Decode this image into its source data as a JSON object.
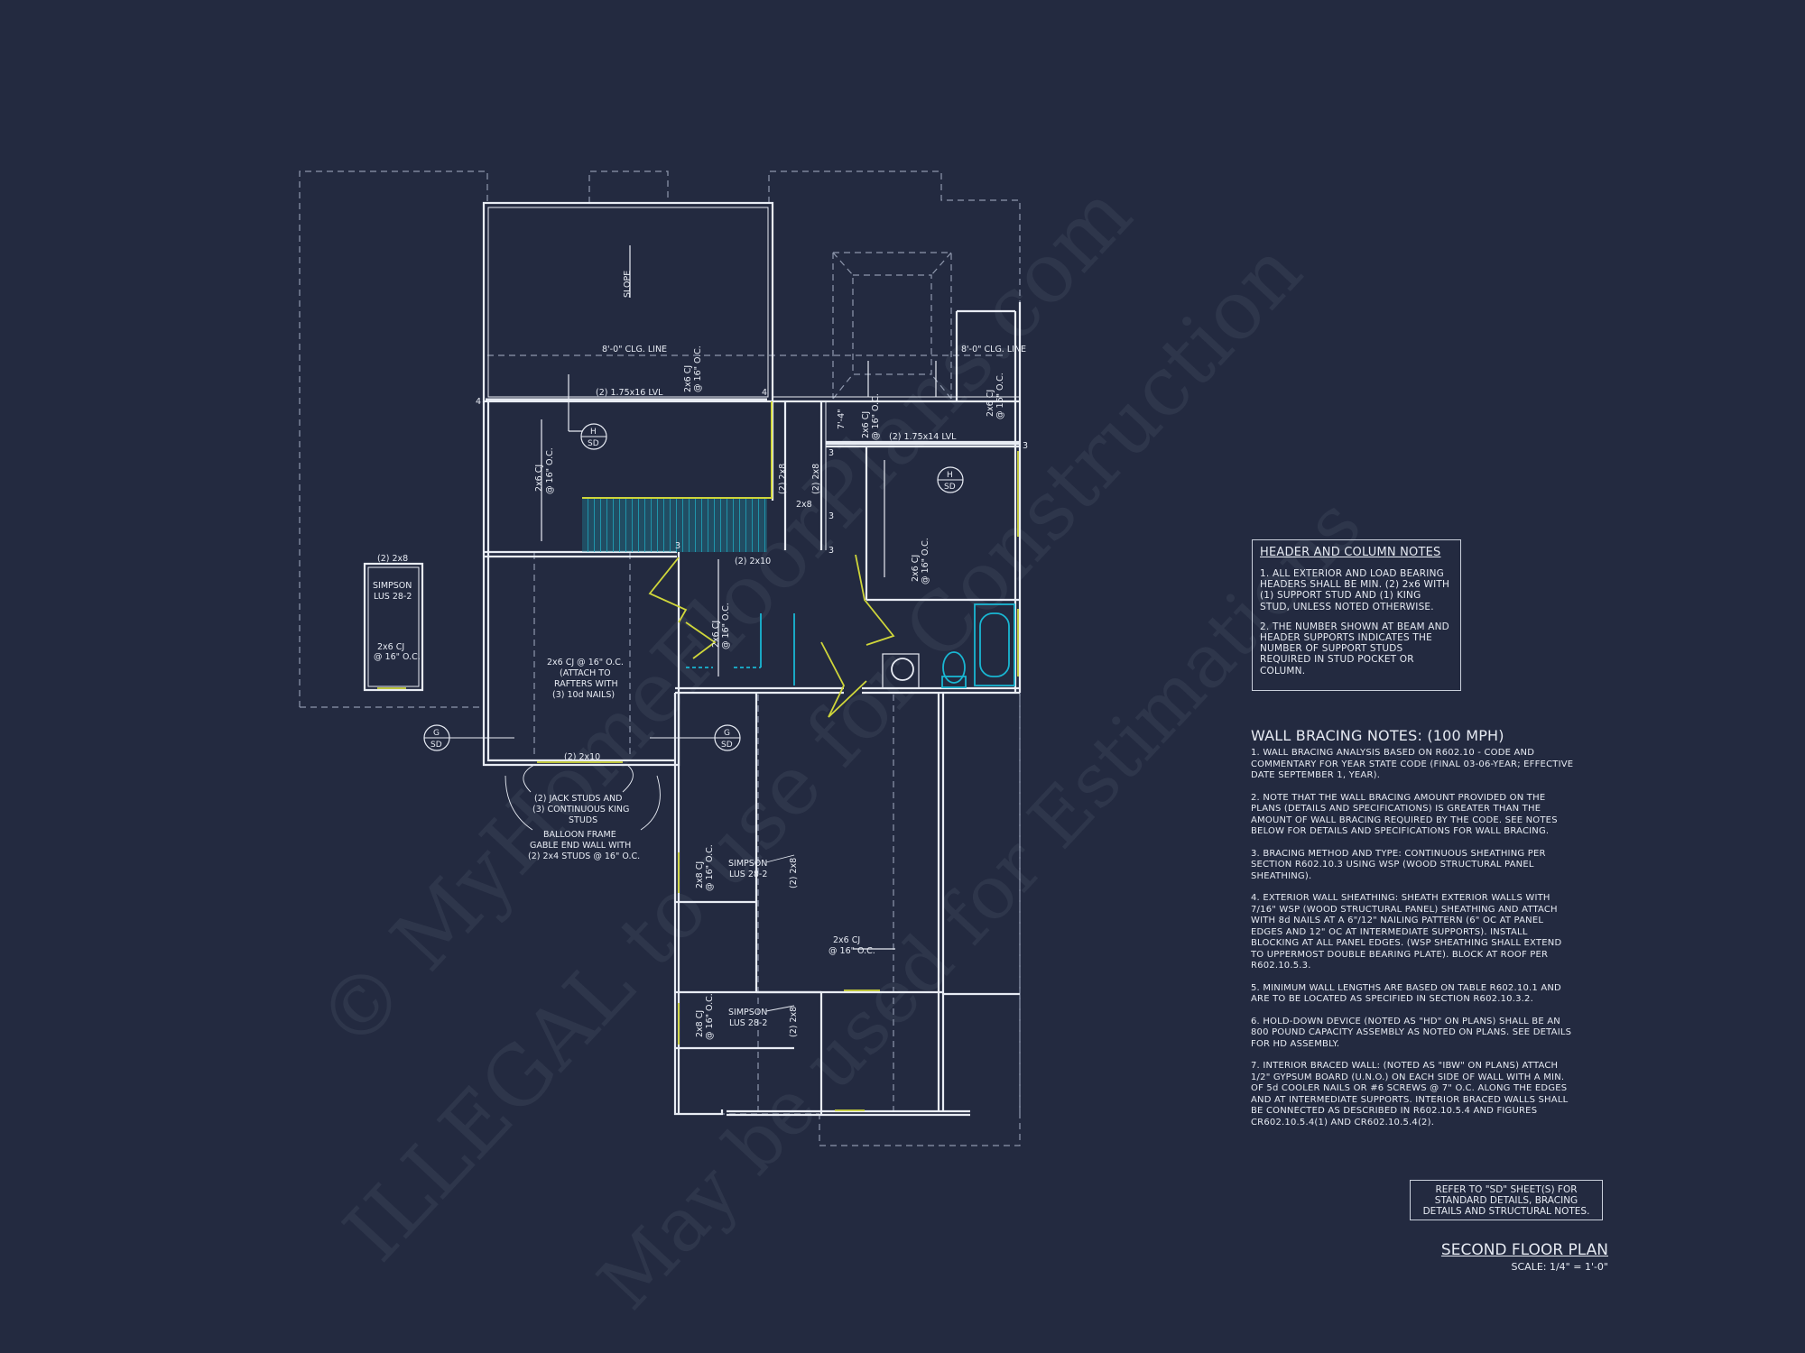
{
  "colors": {
    "background": "#232a40",
    "linework": "#e8ecf4",
    "dashed": "#8f98ad",
    "door_accent": "#cfd63a",
    "stair_fill": "#1d8fa3",
    "fixture": "#19b6d2"
  },
  "watermark": {
    "line1": "© MyHomeFloorPlans.com",
    "line2": "ILLEGAL to use for Construction",
    "line3": "May be used for Estimations"
  },
  "plan_labels": {
    "slope": "SLOPE",
    "clg_line_left": "8'-0\" CLG. LINE",
    "clg_line_right": "8'-0\" CLG. LINE",
    "lvl_left": "(2) 1.75x16 LVL",
    "lvl_right": "(2) 1.75x14 LVL",
    "cj_top": "2x6 CJ",
    "cj_top_spacing": "@ 16\" O.C.",
    "cj_left": "2x6 CJ",
    "cj_left_spacing": "@ 16\" O.C.",
    "cj_mid": "2x6 CJ",
    "cj_mid_spacing": "@ 16\" O.C.",
    "cj_center": "2x6 CJ",
    "cj_center_spacing": "@ 16\" O.C.",
    "cj_right_top": "2x6 CJ",
    "cj_right_top_spacing": "@ 16\" O.C.",
    "cj_small": "2x6 CJ",
    "cj_small_spacing": "@ 16\" O.C.",
    "cj_rafters_line1": "2x6 CJ @ 16\" O.C.",
    "cj_rafters_line2": "(ATTACH TO",
    "cj_rafters_line3": "RAFTERS WITH",
    "cj_rafters_line4": "(3) 10d NAILS)",
    "cj_lower_line1": "2x6 CJ",
    "cj_lower_line2": "@ 16\" O.C.",
    "header_2x10_mid": "(2) 2x10",
    "header_2x10_bottom": "(2) 2x10",
    "header_2x8_a": "(2) 2x8",
    "header_2x8_b": "(2) 2x8",
    "header_2x8_c": "2x8",
    "header_2x8_side": "(2) 2x8",
    "header_2x8_small": "(2) 2x8",
    "header_2x8_lower1": "(2) 2x8",
    "header_2x8_lower2": "(2) 2x8",
    "dim_7ft": "7'-4\"",
    "simpson_small_1": "SIMPSON",
    "simpson_small_2": "LUS 28-2",
    "simpson_1": "SIMPSON",
    "simpson_1b": "LUS 28-2",
    "simpson_2": "SIMPSON",
    "simpson_2b": "LUS 28-2",
    "jack_line1": "(2) JACK STUDS AND",
    "jack_line2": "(3) CONTINUOUS KING",
    "jack_line3": "STUDS",
    "balloon_line1": "BALLOON FRAME",
    "balloon_line2": "GABLE END WALL WITH",
    "balloon_line3": "(2) 2x4 STUDS @ 16\" O.C.",
    "num_4a": "4",
    "num_4b": "4",
    "num_3a": "3",
    "num_3b": "3",
    "num_3c": "3",
    "num_3d": "3",
    "num_3e": "3"
  },
  "section_tags": [
    {
      "letter": "H",
      "sheet": "SD"
    },
    {
      "letter": "H",
      "sheet": "SD"
    },
    {
      "letter": "G",
      "sheet": "SD"
    },
    {
      "letter": "G",
      "sheet": "SD"
    }
  ],
  "header_notes": {
    "title": "HEADER AND COLUMN NOTES",
    "items": [
      "1. ALL EXTERIOR AND LOAD BEARING HEADERS SHALL BE MIN. (2) 2x6 WITH (1) SUPPORT STUD AND (1) KING STUD, UNLESS NOTED OTHERWISE.",
      "2. THE NUMBER SHOWN AT BEAM AND HEADER SUPPORTS INDICATES THE NUMBER OF SUPPORT STUDS REQUIRED IN STUD POCKET OR COLUMN."
    ]
  },
  "bracing_notes": {
    "title": "WALL BRACING NOTES: (100 MPH)",
    "items": [
      "1. WALL BRACING ANALYSIS BASED ON R602.10 - CODE AND COMMENTARY FOR YEAR STATE CODE (FINAL 03-06-YEAR; EFFECTIVE DATE SEPTEMBER 1, YEAR).",
      "2. NOTE THAT THE WALL BRACING AMOUNT PROVIDED ON THE PLANS (DETAILS AND SPECIFICATIONS) IS GREATER THAN THE AMOUNT OF WALL BRACING REQUIRED BY THE CODE. SEE NOTES BELOW FOR DETAILS AND SPECIFICATIONS FOR WALL BRACING.",
      "3. BRACING METHOD AND TYPE: CONTINUOUS SHEATHING PER SECTION R602.10.3 USING WSP (WOOD STRUCTURAL PANEL SHEATHING).",
      "4. EXTERIOR WALL SHEATHING: SHEATH EXTERIOR WALLS WITH 7/16\" WSP (WOOD STRUCTURAL PANEL) SHEATHING AND ATTACH WITH 8d NAILS AT A 6\"/12\" NAILING PATTERN (6\" OC AT PANEL EDGES AND 12\" OC AT INTERMEDIATE SUPPORTS). INSTALL BLOCKING AT ALL PANEL EDGES. (WSP SHEATHING SHALL EXTEND TO UPPERMOST DOUBLE BEARING PLATE). BLOCK AT ROOF PER R602.10.5.3.",
      "5. MINIMUM WALL LENGTHS ARE BASED ON TABLE R602.10.1 AND ARE TO BE LOCATED AS SPECIFIED IN SECTION R602.10.3.2.",
      "6. HOLD-DOWN DEVICE (NOTED AS \"HD\" ON PLANS) SHALL BE AN 800 POUND CAPACITY ASSEMBLY AS NOTED ON PLANS. SEE DETAILS FOR HD ASSEMBLY.",
      "7. INTERIOR BRACED WALL: (NOTED AS \"IBW\" ON PLANS) ATTACH 1/2\" GYPSUM BOARD (U.N.O.) ON EACH SIDE OF WALL WITH A MIN. OF 5d COOLER NAILS OR #6 SCREWS @ 7\" O.C. ALONG THE EDGES AND AT INTERMEDIATE SUPPORTS. INTERIOR BRACED WALLS SHALL BE CONNECTED AS DESCRIBED IN R602.10.5.4 AND FIGURES CR602.10.5.4(1) AND CR602.10.5.4(2)."
    ]
  },
  "refer_note": {
    "line1": "REFER TO \"SD\" SHEET(S) FOR",
    "line2": "STANDARD DETAILS, BRACING",
    "line3": "DETAILS AND STRUCTURAL NOTES."
  },
  "sheet": {
    "title": "SECOND FLOOR PLAN",
    "scale": "SCALE: 1/4\" = 1'-0\""
  }
}
